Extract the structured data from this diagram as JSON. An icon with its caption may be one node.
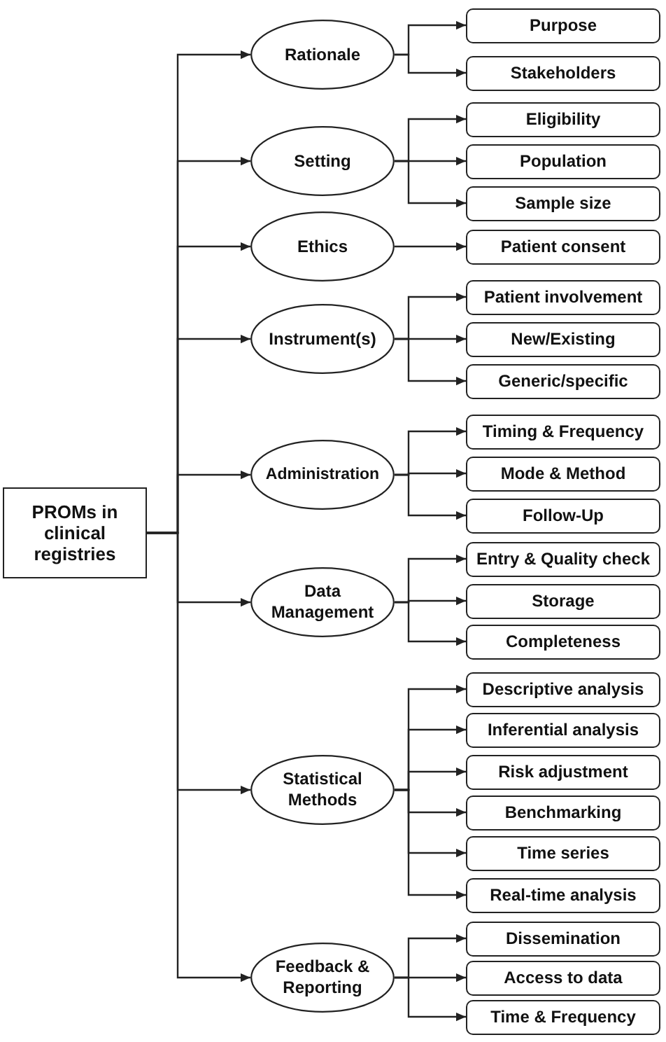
{
  "diagram": {
    "nodes": [
      {
        "text": [
          "PROMs in clinical registries"
        ]
      },
      {
        "text": [
          "Rationale"
        ]
      },
      {
        "text": [
          "Purpose"
        ]
      },
      {
        "text": [
          "Stakeholders"
        ]
      },
      {
        "text": [
          "Setting"
        ]
      },
      {
        "text": [
          "Eligibility"
        ]
      },
      {
        "text": [
          "Population"
        ]
      },
      {
        "text": [
          "Sample size"
        ]
      },
      {
        "text": [
          "Ethics"
        ]
      },
      {
        "text": [
          "Patient consent"
        ]
      },
      {
        "text": [
          "Instrument(s)"
        ]
      },
      {
        "text": [
          "Patient involvement"
        ]
      },
      {
        "text": [
          "New/Existing"
        ]
      },
      {
        "text": [
          "Generic/specific"
        ]
      },
      {
        "text": [
          "Administration"
        ]
      },
      {
        "text": [
          "Timing & Frequency"
        ]
      },
      {
        "text": [
          "Mode & Method"
        ]
      },
      {
        "text": [
          "Follow-Up"
        ]
      },
      {
        "text": [
          "Data Management"
        ]
      },
      {
        "text": [
          "Entry & Quality check"
        ]
      },
      {
        "text": [
          "Storage"
        ]
      },
      {
        "text": [
          "Completeness"
        ]
      },
      {
        "text": [
          "Statistical Methods"
        ]
      },
      {
        "text": [
          "Descriptive analysis"
        ]
      },
      {
        "text": [
          "Inferential analysis"
        ]
      },
      {
        "text": [
          "Risk adjustment"
        ]
      },
      {
        "text": [
          "Benchmarking"
        ]
      },
      {
        "text": [
          "Time series"
        ]
      },
      {
        "text": [
          "Real-time analysis"
        ]
      },
      {
        "text": [
          "Feedback & Reporting"
        ]
      },
      {
        "text": [
          "Dissemination"
        ]
      },
      {
        "text": [
          "Access to data"
        ]
      },
      {
        "text": [
          "Time & Frequency"
        ]
      }
    ],
    "edges": [
      {
        "from": 0,
        "to": 1,
        "arrow": "to"
      },
      {
        "from": 0,
        "to": 4,
        "arrow": "to"
      },
      {
        "from": 0,
        "to": 8,
        "arrow": "to"
      },
      {
        "from": 0,
        "to": 10,
        "arrow": "to"
      },
      {
        "from": 0,
        "to": 14,
        "arrow": "to"
      },
      {
        "from": 0,
        "to": 18,
        "arrow": "to"
      },
      {
        "from": 0,
        "to": 22,
        "arrow": "to"
      },
      {
        "from": 0,
        "to": 29,
        "arrow": "to"
      },
      {
        "from": 1,
        "to": 2,
        "arrow": "to"
      },
      {
        "from": 1,
        "to": 3,
        "arrow": "to"
      },
      {
        "from": 4,
        "to": 5,
        "arrow": "to"
      },
      {
        "from": 4,
        "to": 6,
        "arrow": "to"
      },
      {
        "from": 4,
        "to": 7,
        "arrow": "to"
      },
      {
        "from": 8,
        "to": 9,
        "arrow": "to"
      },
      {
        "from": 10,
        "to": 11,
        "arrow": "to"
      },
      {
        "from": 10,
        "to": 12,
        "arrow": "to"
      },
      {
        "from": 10,
        "to": 13,
        "arrow": "to"
      },
      {
        "from": 14,
        "to": 15,
        "arrow": "to"
      },
      {
        "from": 14,
        "to": 16,
        "arrow": "to"
      },
      {
        "from": 14,
        "to": 17,
        "arrow": "to"
      },
      {
        "from": 18,
        "to": 19,
        "arrow": "to"
      },
      {
        "from": 18,
        "to": 20,
        "arrow": "to"
      },
      {
        "from": 18,
        "to": 21,
        "arrow": "to"
      },
      {
        "from": 22,
        "to": 23,
        "arrow": "to"
      },
      {
        "from": 22,
        "to": 24,
        "arrow": "to"
      },
      {
        "from": 22,
        "to": 25,
        "arrow": "to"
      },
      {
        "from": 22,
        "to": 26,
        "arrow": "to"
      },
      {
        "from": 22,
        "to": 27,
        "arrow": "to"
      },
      {
        "from": 22,
        "to": 28,
        "arrow": "to"
      },
      {
        "from": 29,
        "to": 30,
        "arrow": "to"
      },
      {
        "from": 29,
        "to": 31,
        "arrow": "to"
      },
      {
        "from": 29,
        "to": 32,
        "arrow": "to"
      }
    ]
  }
}
